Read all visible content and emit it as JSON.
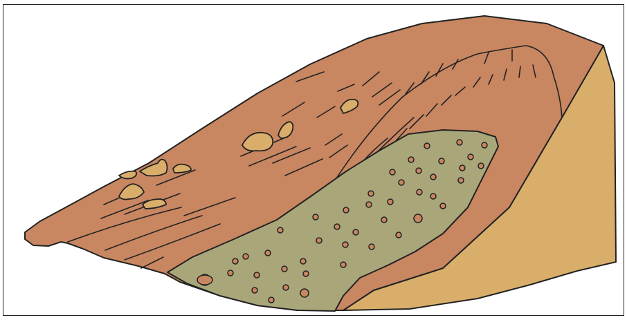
{
  "figure": {
    "kind": "geological cross-section",
    "caption": "",
    "labels": []
  },
  "colors": {
    "slope_surface": "#C88661",
    "bedrock_face": "#D8AE6A",
    "debris_deposit": "#A9A77A",
    "clasts": "#C88661",
    "rock_outcrops": "#D8AE6A",
    "outline": "#222222"
  },
  "icons": [
    "slope-body",
    "bedrock-face",
    "scarp",
    "debris-deposit",
    "clast",
    "rock-outcrop"
  ]
}
